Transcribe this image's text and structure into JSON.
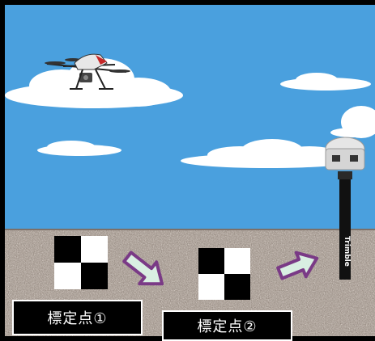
{
  "scene": {
    "colors": {
      "frame": "#000000",
      "sky": "#4aa0de",
      "cloud": "#ffffff",
      "gravel": "#9b8e85",
      "marker_dark": "#000000",
      "marker_light": "#ffffff",
      "arrow_fill": "#d9efe2",
      "arrow_stroke": "#7a3a86",
      "label_bg": "#000000",
      "label_text": "#ffffff"
    },
    "objects": [
      {
        "name": "drone",
        "icon": "drone-icon"
      },
      {
        "name": "gnss-receiver",
        "icon": "gnss-rover-icon",
        "brand": "Trimble"
      },
      {
        "name": "ground-control-point-1",
        "icon": "checkerboard-target-icon"
      },
      {
        "name": "ground-control-point-2",
        "icon": "checkerboard-target-icon"
      }
    ]
  },
  "labels": {
    "point1": "標定点①",
    "point2": "標定点②"
  }
}
